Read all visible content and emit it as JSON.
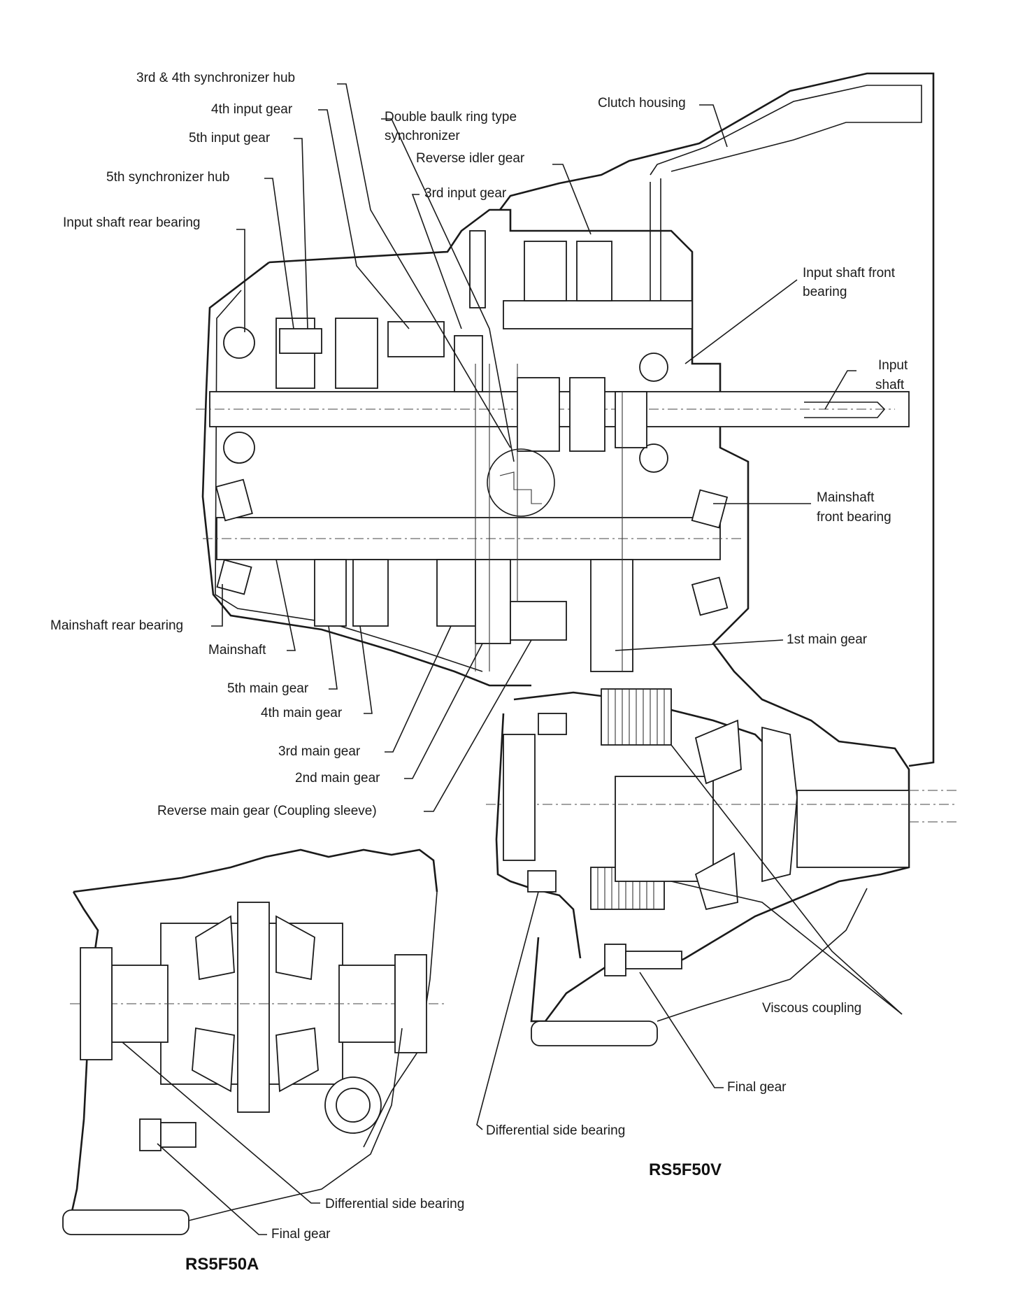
{
  "labels": {
    "sync_hub_34": "3rd & 4th synchronizer hub",
    "input_gear_4": "4th input gear",
    "input_gear_5": "5th input gear",
    "sync_hub_5": "5th synchronizer hub",
    "input_rear_bearing": "Input shaft rear bearing",
    "double_baulk_1": "Double baulk ring type",
    "double_baulk_2": "synchronizer",
    "reverse_idler": "Reverse idler gear",
    "input_gear_3": "3rd input gear",
    "clutch_housing": "Clutch housing",
    "input_front_bearing_1": "Input shaft front",
    "input_front_bearing_2": "bearing",
    "input_shaft_1": "Input",
    "input_shaft_2": "shaft",
    "mainshaft_front_1": "Mainshaft",
    "mainshaft_front_2": "front bearing",
    "main_gear_1": "1st main gear",
    "mainshaft_rear": "Mainshaft rear bearing",
    "mainshaft": "Mainshaft",
    "main_gear_5": "5th main gear",
    "main_gear_4": "4th main gear",
    "main_gear_3": "3rd main gear",
    "main_gear_2": "2nd main gear",
    "reverse_main": "Reverse main gear (Coupling sleeve)",
    "viscous": "Viscous coupling",
    "final_gear_v": "Final gear",
    "diff_bearing_v": "Differential side bearing",
    "model_v": "RS5F50V",
    "diff_bearing_a": "Differential side bearing",
    "final_gear_a": "Final gear",
    "model_a": "RS5F50A"
  }
}
